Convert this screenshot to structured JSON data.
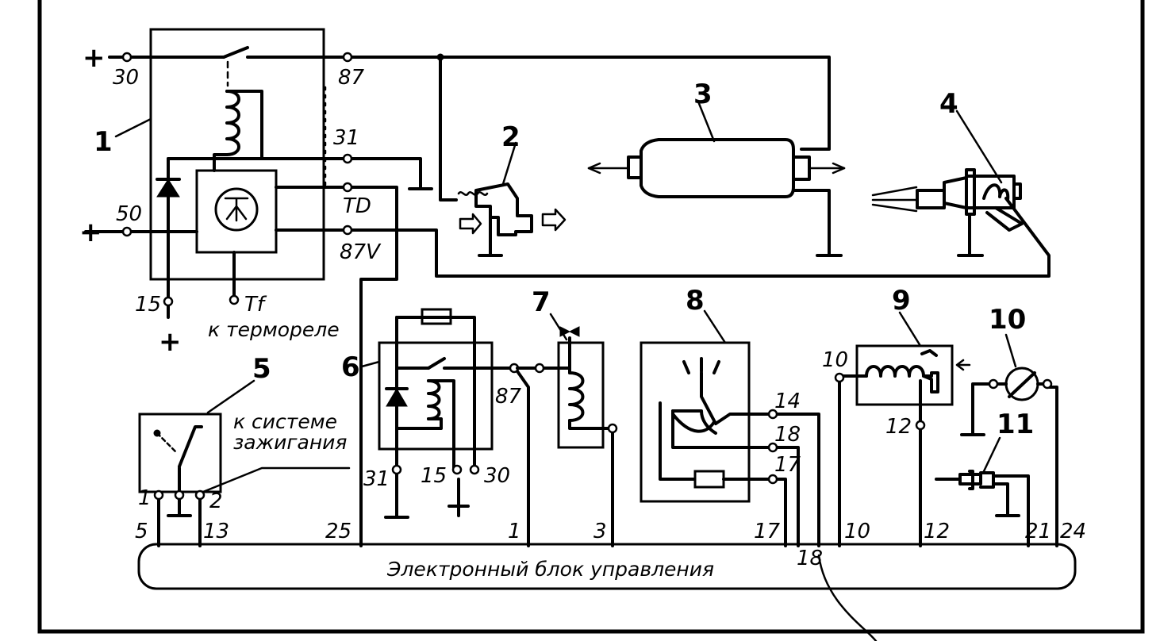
{
  "components": {
    "c1": "1",
    "c2": "2",
    "c3": "3",
    "c4": "4",
    "c5": "5",
    "c6": "6",
    "c7": "7",
    "c8": "8",
    "c9": "9",
    "c10": "10",
    "c11": "11"
  },
  "relay1": {
    "t30": "30",
    "t87": "87",
    "t31": "31",
    "tTD": "TD",
    "t50": "50",
    "t87V": "87V",
    "t15": "15",
    "tTf": "Tf",
    "thermo": "к термореле"
  },
  "plus": "+",
  "switch5": {
    "t1": "1",
    "t2": "2",
    "ignition_line1": "к системе",
    "ignition_line2": "зажигания"
  },
  "relay6": {
    "t87": "87",
    "t31": "31",
    "t15": "15",
    "t30": "30"
  },
  "sensor8": {
    "t14": "14",
    "t18": "18",
    "t17": "17"
  },
  "valve9": {
    "t10": "10",
    "t12": "12"
  },
  "ecu": {
    "label": "Электронный блок управления",
    "pins": {
      "p5": "5",
      "p13": "13",
      "p25": "25",
      "p1": "1",
      "p3": "3",
      "p17": "17",
      "p18": "18",
      "p10": "10",
      "p12": "12",
      "p21": "21",
      "p24": "24"
    }
  }
}
